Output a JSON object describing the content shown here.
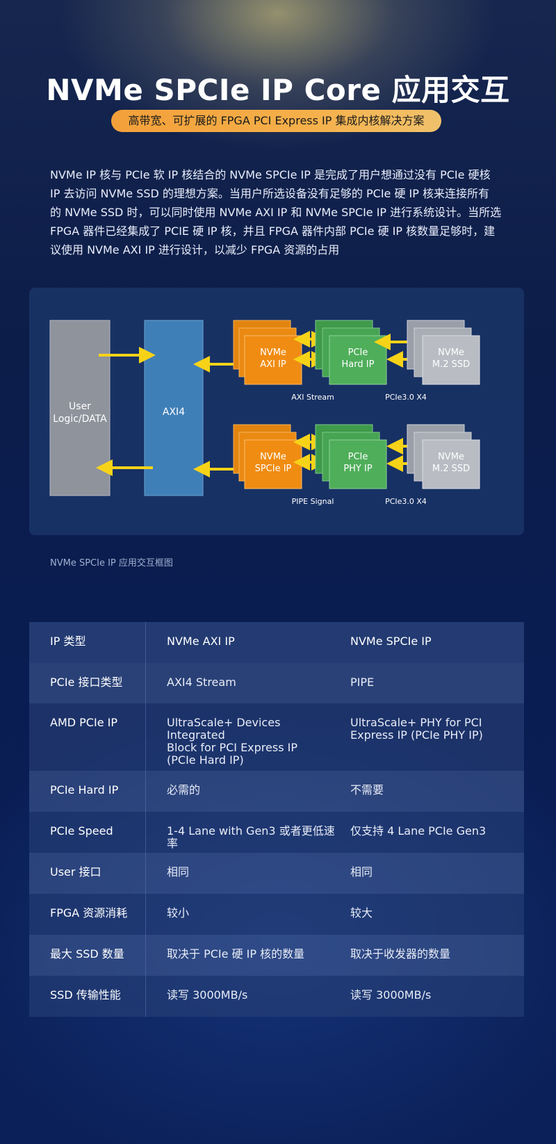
{
  "header": {
    "title": "NVMe SPCIe IP Core 应用交互",
    "subtitle": "高带宽、可扩展的 FPGA PCI Express IP 集成内核解决方案"
  },
  "intro": {
    "lines": [
      "NVMe IP 核与 PCIe 软 IP 核结合的 NVMe SPCIe IP 是完成了用户想通过没有 PCIe 硬核",
      "IP 去访问 NVMe SSD 的理想方案。当用户所选设备没有足够的 PCIe 硬 IP 核来连接所有",
      "的 NVMe SSD 时，可以同时使用 NVMe AXI IP 和 NVMe SPCIe IP 进行系统设计。当所选",
      "FPGA 器件已经集成了 PCIE 硬 IP 核，并且 FPGA 器件内部 PCIe 硬 IP 核数量足够时，建",
      "议使用 NVMe AXI IP 进行设计，以减少 FPGA 资源的占用"
    ]
  },
  "diagram": {
    "user_logic": [
      "User",
      "Logic/DATA"
    ],
    "axi4": "AXI4",
    "top": {
      "nvme": [
        "NVMe",
        "AXI IP"
      ],
      "pcie": [
        "PCIe",
        "Hard IP"
      ],
      "ssd": [
        "NVMe",
        "M.2 SSD"
      ],
      "link1": "AXI Stream",
      "link2": "PCIe3.0 X4"
    },
    "bottom": {
      "nvme": [
        "NVMe",
        "SPCIe IP"
      ],
      "pcie": [
        "PCIe",
        "PHY IP"
      ],
      "ssd": [
        "NVMe",
        "M.2 SSD"
      ],
      "link1": "PIPE Signal",
      "link2": "PCIe3.0 X4"
    },
    "caption": "NVMe SPCIe IP 应用交互框图",
    "colors": {
      "user": "#8f939c",
      "axi4": "#3f7fb8",
      "nvme": "#f08c12",
      "pcie": "#4fae5a",
      "ssd": "#b9bcc3",
      "arrow": "#f7d318"
    }
  },
  "table": {
    "header": [
      "IP 类型",
      "NVMe AXI IP",
      "NVMe SPCIe IP"
    ],
    "rows": [
      [
        "PCIe 接口类型",
        "AXI4 Stream",
        "PIPE"
      ],
      [
        "AMD PCIe IP",
        [
          "UltraScale+ Devices Integrated",
          "Block for PCI Express IP",
          "(PCIe Hard IP)"
        ],
        [
          "UltraScale+ PHY for PCI",
          "Express IP (PCIe PHY IP)"
        ]
      ],
      [
        "PCIe Hard IP",
        "必需的",
        "不需要"
      ],
      [
        "PCIe Speed",
        "1-4 Lane with Gen3 或者更低速率",
        "仅支持 4 Lane PCIe Gen3"
      ],
      [
        "User 接口",
        "相同",
        "相同"
      ],
      [
        "FPGA 资源消耗",
        "较小",
        "较大"
      ],
      [
        "最大 SSD 数量",
        "取决于 PCIe 硬 IP 核的数量",
        "取决于收发器的数量"
      ],
      [
        "SSD 传输性能",
        "读写 3000MB/s",
        "读写 3000MB/s"
      ]
    ]
  }
}
